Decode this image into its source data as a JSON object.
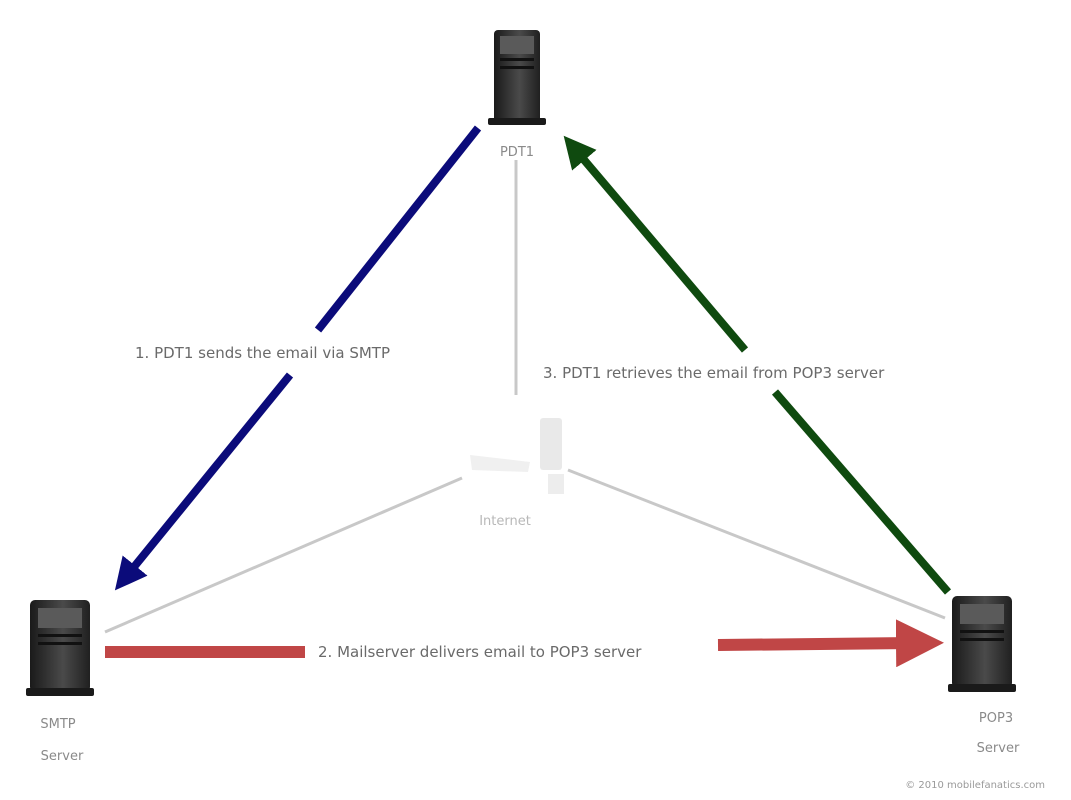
{
  "nodes": {
    "top": {
      "label": "PDT1"
    },
    "center": {
      "label": "Internet"
    },
    "left": {
      "label_line1": "SMTP",
      "label_line2": "Server"
    },
    "right": {
      "label_line1": "POP3",
      "label_line2": "Server"
    }
  },
  "edges": {
    "blue": {
      "label": "1. PDT1 sends the email via SMTP",
      "color": "#0b0b7a"
    },
    "red": {
      "label": "2. Mailserver delivers email to POP3 server",
      "color": "#c04646"
    },
    "green": {
      "label": "3. PDT1 retrieves the email from POP3 server",
      "color": "#0f4a0f"
    }
  },
  "credit": "© 2010 mobilefanatics.com",
  "colors": {
    "thin_line": "#c8c8c8",
    "server_body": "#2b2b2b"
  }
}
